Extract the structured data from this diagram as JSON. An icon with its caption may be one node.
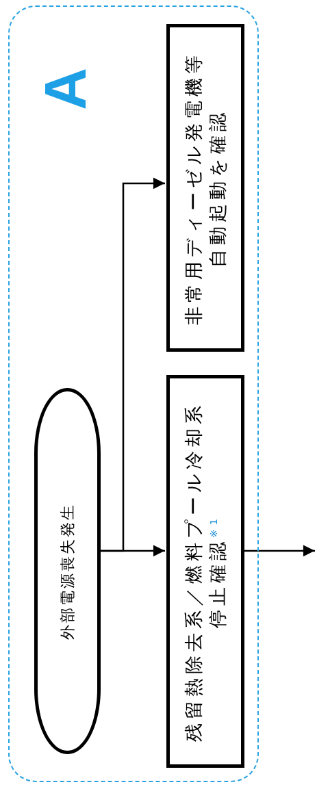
{
  "diagram": {
    "nodes": [
      {
        "text": [
          "A"
        ]
      },
      {
        "text": [
          "外部電源喪失発生"
        ],
        "in": 0
      },
      {
        "text": [
          "非常用ディーゼル発電機等自動起動を確認"
        ],
        "in": 0
      },
      {
        "text": [
          "残留熱除去系／燃料プール冷却系停止確認$^{※1}$"
        ],
        "in": 0
      }
    ],
    "edges": [
      {
        "from": 1,
        "to": 3,
        "arrow": "to"
      },
      {
        "from": 1,
        "to": 2,
        "arrow": "to"
      },
      {
        "from": 3,
        "to": null,
        "arrow": "to"
      }
    ]
  }
}
